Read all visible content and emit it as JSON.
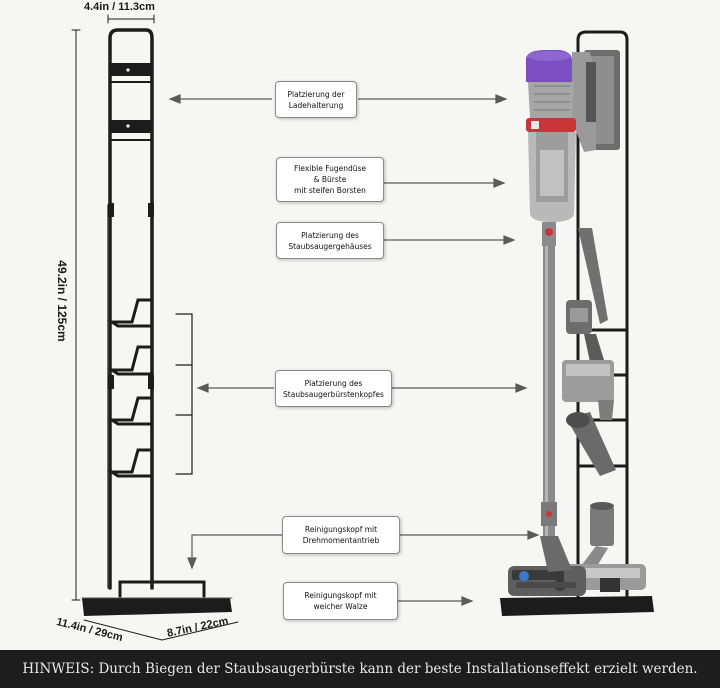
{
  "dimensions": {
    "top_width": "4.4in / 11.3cm",
    "height": "49.2in / 125cm",
    "base_depth": "11.4in / 29cm",
    "base_width": "8.7in / 22cm"
  },
  "labels": [
    {
      "lines": [
        "Platzierung der",
        "Ladehalterung"
      ]
    },
    {
      "lines": [
        "Flexible Fugendüse",
        "& Bürste",
        "mit steifen Borsten"
      ]
    },
    {
      "lines": [
        "Platzierung des",
        "Staubsaugergehäuses"
      ]
    },
    {
      "lines": [
        "Platzierung des",
        "Staubsaugerbürstenkopfes"
      ]
    },
    {
      "lines": [
        "Reinigungskopf mit",
        "Drehmomentantrieb"
      ]
    },
    {
      "lines": [
        "Reinigungskopf mit",
        "weicher Walze"
      ]
    }
  ],
  "footer": {
    "note": "HINWEIS: Durch Biegen der Staubsaugerbürste kann der beste Installationseffekt erzielt werden."
  },
  "colors": {
    "frame": "#1c1c1c",
    "vacuum_body": "#8a8a8a",
    "vacuum_accent": "#7b4fc2",
    "vacuum_red": "#c8363a",
    "footer_bg": "#1d1d1d"
  }
}
